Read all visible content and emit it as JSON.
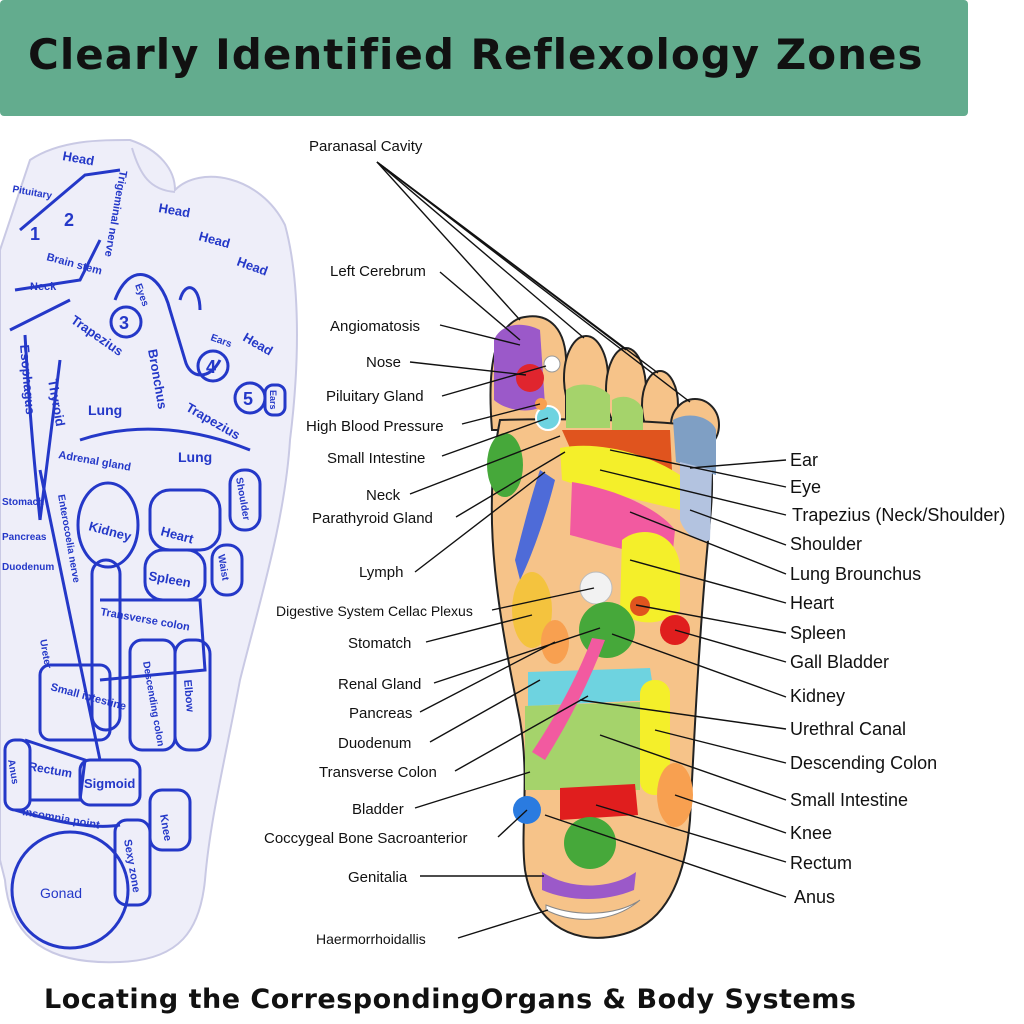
{
  "header": {
    "title": "Clearly Identified Reflexology Zones"
  },
  "footer": {
    "title": "Locating the CorrespondingOrgans & Body Systems"
  },
  "sock": {
    "labels": {
      "head1": "Head",
      "head2": "Head",
      "head3": "Head",
      "head4": "Head",
      "head5": "Head",
      "pituitary": "Pituitary",
      "trigeminal": "Trigeminal nerve",
      "brain_stem": "Brain stem",
      "neck": "Neck",
      "eyes": "Eyes",
      "ears": "Ears",
      "ears2": "Ears",
      "trapezius1": "Trapezius",
      "trapezius2": "Trapezius",
      "bronchus": "Bronchus",
      "esophagus": "Esophagus",
      "thyroid": "Thyroid",
      "lung1": "Lung",
      "lung2": "Lung",
      "shoulder": "Shoulder",
      "adrenal": "Adrenal gland",
      "kidney": "Kidney",
      "heart": "Heart",
      "spleen": "Spleen",
      "waist": "Waist",
      "enterocoelia": "Enterocoelia nerve",
      "stomach": "Stomach",
      "pancreas": "Pancreas",
      "duodenum": "Duodenum",
      "transverse": "Transverse colon",
      "descending": "Descending colon",
      "small_intestine": "Small intestine",
      "ureter": "Ureter",
      "elbow": "Elbow",
      "rectum": "Rectum",
      "sigmoid": "Sigmoid",
      "anus": "Anus",
      "insomnia": "Insomnia point",
      "knee": "Knee",
      "sexy": "Sexy zone",
      "gonad": "Gonad",
      "n1": "1",
      "n2": "2",
      "n3": "3",
      "n4": "4",
      "n5": "5"
    }
  },
  "diagram": {
    "left_labels": [
      "Paranasal Cavity",
      "Left Cerebrum",
      "Angiomatosis",
      "Nose",
      "Piluitary Gland",
      "High Blood Pressure",
      "Small Intestine",
      "Neck",
      "Parathyroid Gland",
      "Lymph",
      "Digestive System Cellac Plexus",
      "Stomatch",
      "Renal Gland",
      "Pancreas",
      "Duodenum",
      "Transverse Colon",
      "Bladder",
      "Coccygeal Bone Sacroanterior",
      "Genitalia",
      "Haermorrhoidallis"
    ],
    "right_labels": [
      "Ear",
      "Eye",
      "Trapezius (Neck/Shoulder)",
      "Shoulder",
      "Lung Brounchus",
      "Heart",
      "Spleen",
      "Gall Bladder",
      "Kidney",
      "Urethral Canal",
      "Descending Colon",
      "Small Intestine",
      "Knee",
      "Rectum",
      "Anus"
    ]
  },
  "colors": {
    "banner": "#63ac8e",
    "foot_skin": "#f6c389",
    "sock_ink": "#2438c8",
    "sock_fabric": "#eeeef9"
  }
}
